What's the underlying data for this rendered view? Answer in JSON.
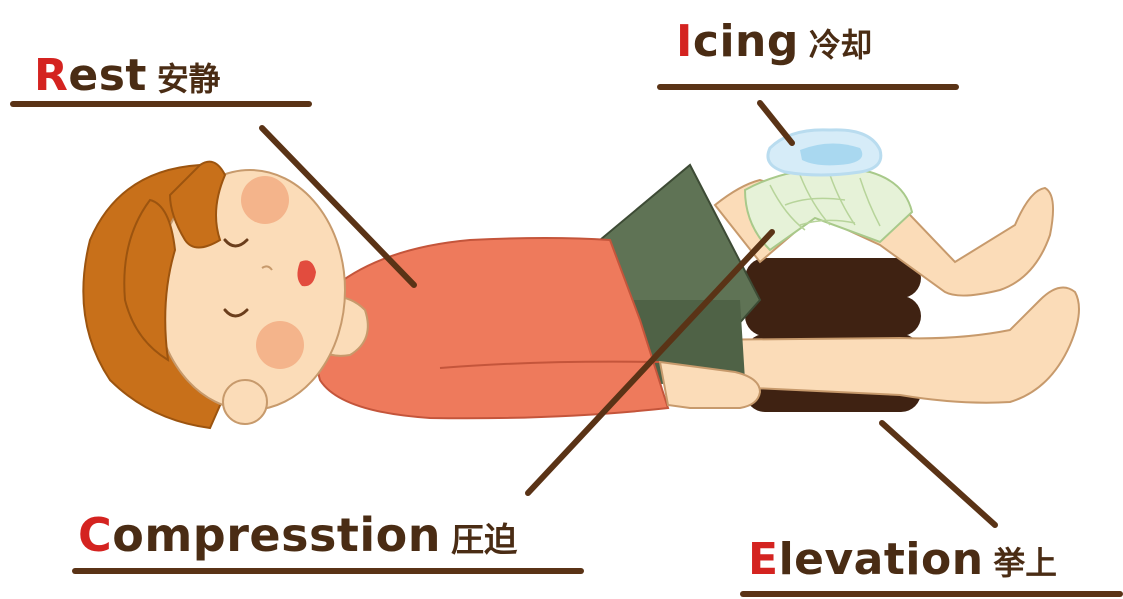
{
  "labels": {
    "rest": {
      "initial": "R",
      "rest": "est",
      "jp": "安静"
    },
    "icing": {
      "initial": "I",
      "rest": "cing",
      "jp": "冷却"
    },
    "compression": {
      "initial": "C",
      "rest": "ompresstion",
      "jp": "圧迫"
    },
    "elevation": {
      "initial": "E",
      "rest": "levation",
      "jp": "挙上"
    }
  },
  "colors": {
    "initial_red": "#d42320",
    "text_brown": "#4a2c14",
    "line_brown": "#5a3316",
    "shirt": "#ee7a5c",
    "shorts": "#5f7355",
    "hair": "#c8701a",
    "skin": "#fbdcb8",
    "cushion": "#3f2212",
    "bandage": "#e6f2d8",
    "ice": "#a9d8f0"
  }
}
